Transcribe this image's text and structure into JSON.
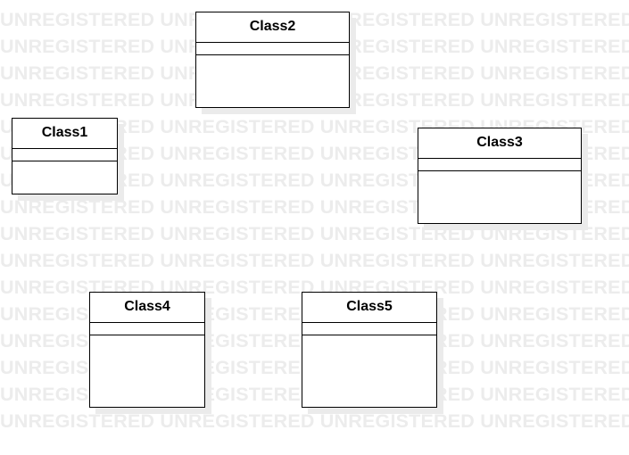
{
  "watermark": {
    "text": "UNREGISTERED"
  },
  "diagram": {
    "classes": [
      {
        "name": "Class2"
      },
      {
        "name": "Class1"
      },
      {
        "name": "Class3"
      },
      {
        "name": "Class4"
      },
      {
        "name": "Class5"
      }
    ]
  }
}
